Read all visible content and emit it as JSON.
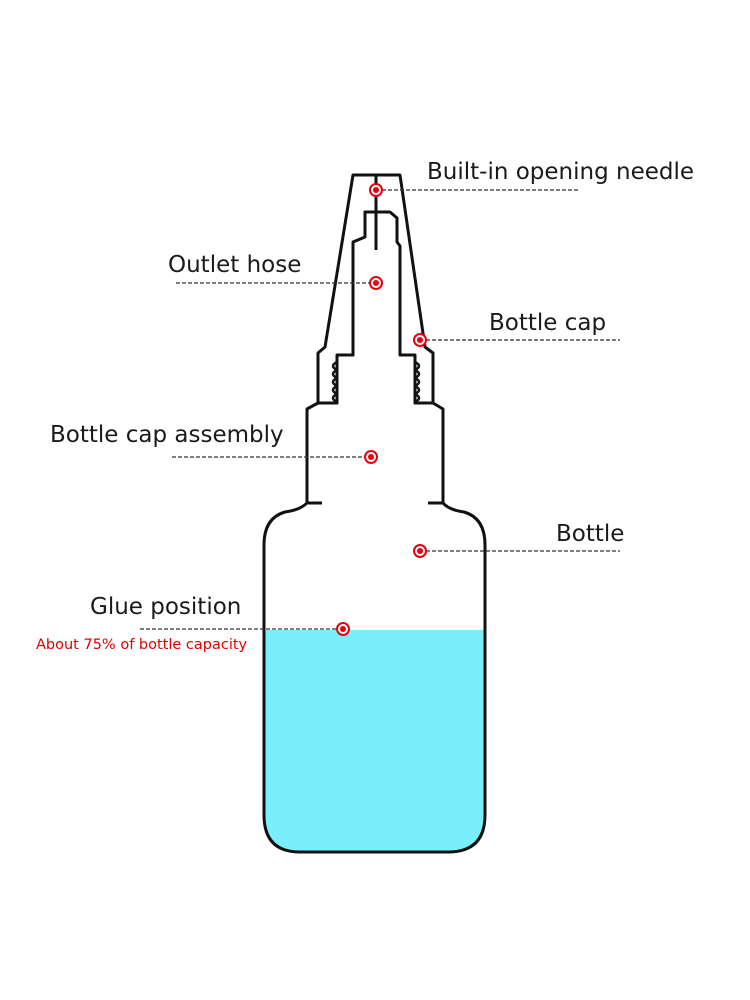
{
  "labels": {
    "needle": "Built-in opening needle",
    "hose": "Outlet hose",
    "cap": "Bottle cap",
    "assembly": "Bottle cap assembly",
    "bottle": "Bottle",
    "glue": "Glue position",
    "glue_note": "About 75% of bottle capacity"
  },
  "glue_fill_fraction": 0.75,
  "colors": {
    "glue": "#7aeffc",
    "marker": "#e8000f",
    "outline": "#111111",
    "note": "#e00000"
  }
}
